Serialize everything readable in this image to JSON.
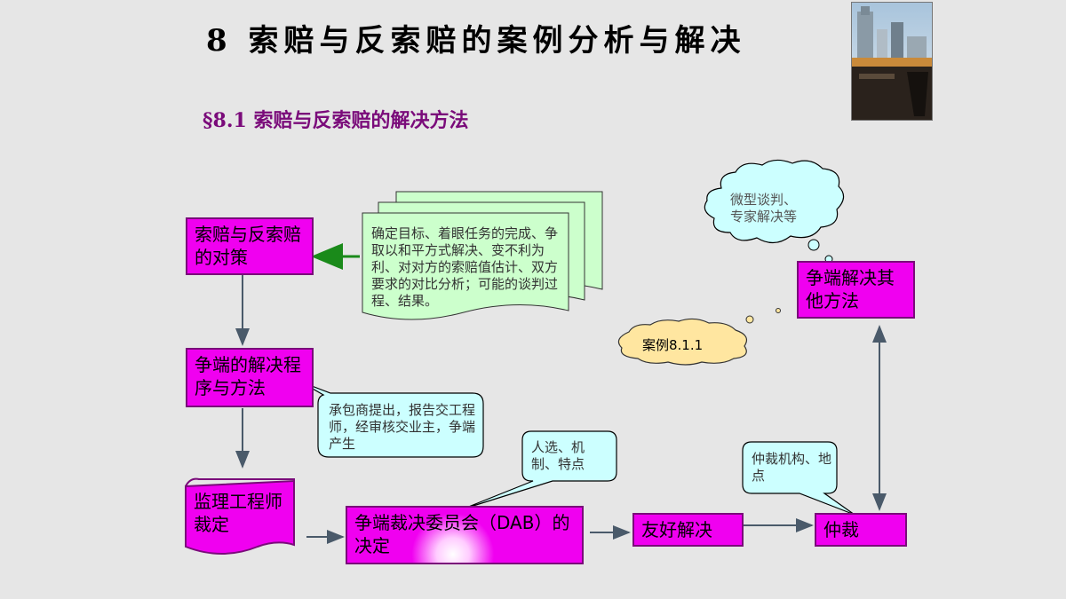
{
  "header": {
    "title": "8  索赔与反索赔的案例分析与解决",
    "subtitle": "§8.1  索赔与反索赔的解决方法"
  },
  "photo": {
    "caption": ""
  },
  "boxes": {
    "countermeasure": "索赔与反索赔的对策",
    "procedure": "争端的解决程序与方法",
    "engineer": "监理工程师裁定",
    "dab": "争端裁决委员会（DAB）的决定",
    "amicable": "友好解决",
    "arbitration": "仲裁",
    "other": "争端解决其他方法"
  },
  "document_note": "确定目标、着眼任务的完成、争取以和平方式解决、变不利为利、对对方的索赔值估计、双方要求的对比分析；可能的谈判过程、结果。",
  "callouts": {
    "procedure": "承包商提出，报告交工程师，经审核交业主，争端产生",
    "dab": "人选、机制、特点",
    "arbitration": "仲裁机构、地点"
  },
  "clouds": {
    "micro": "微型谈判、专家解决等",
    "case": "案例8.1.1"
  },
  "colors": {
    "box_fill": "#f000f0",
    "box_border": "#7a0b7a",
    "callout_fill": "#ccffff",
    "document_fill": "#ccffcc",
    "cloud_fill": "#ccffff",
    "case_cloud_fill": "#ffe6a0",
    "arrow": "#4a5a6a",
    "green_arrow": "#1a8a1a",
    "subtitle": "#7a0b7a"
  }
}
